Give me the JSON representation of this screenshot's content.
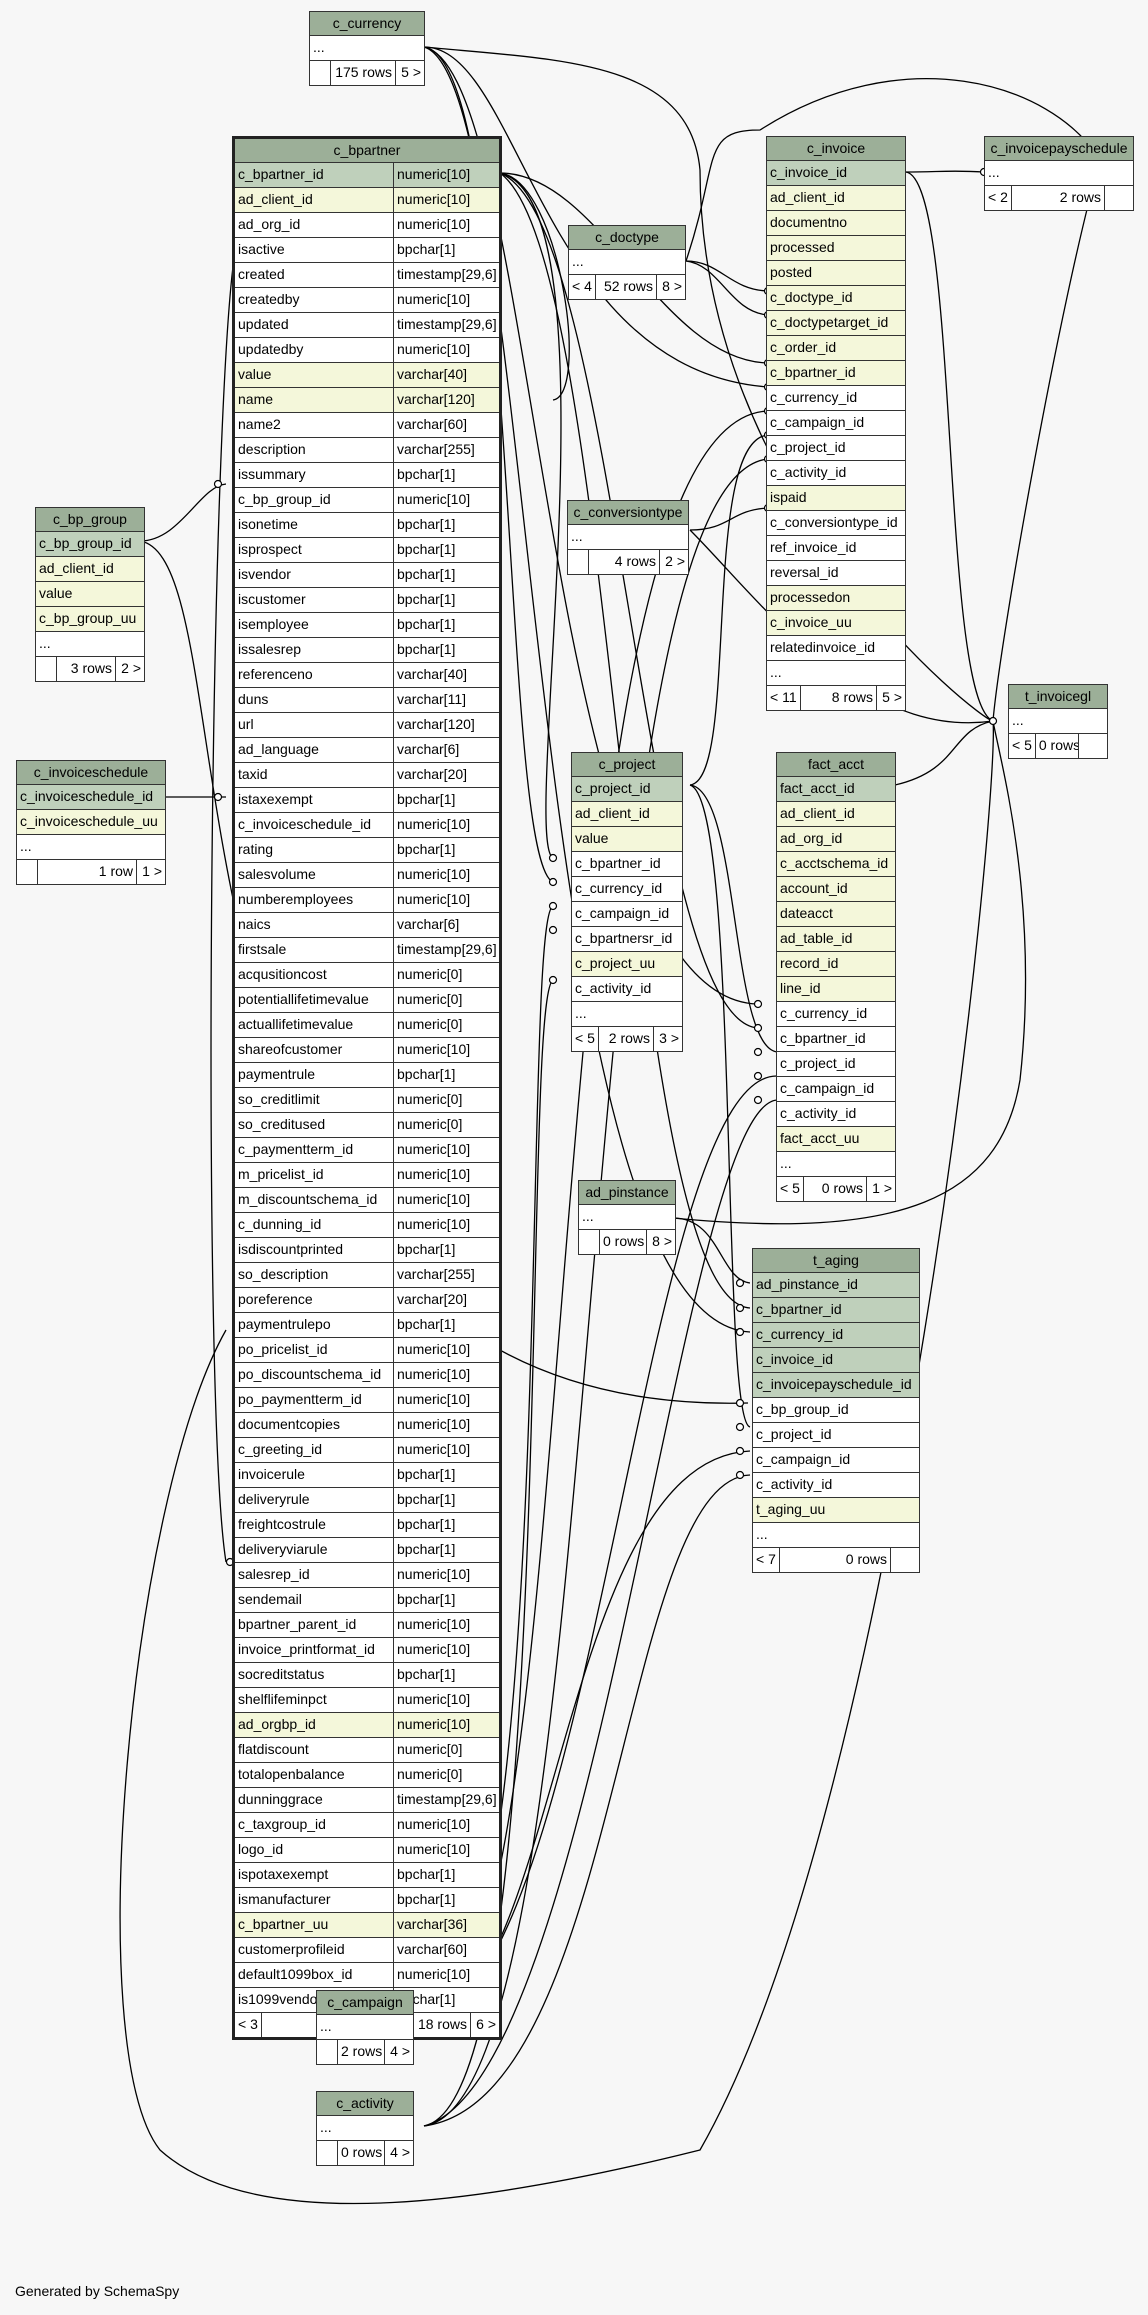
{
  "footer_text": "Generated by SchemaSpy",
  "colors": {
    "header": "#9caf98",
    "primary_key": "#bfd0bb",
    "indexed": "#f4f7da",
    "background": "#f7f7f7"
  },
  "tables": {
    "c_currency": {
      "name": "c_currency",
      "rows": [
        {
          "c": "...",
          "k": "pl"
        }
      ],
      "footer": [
        "",
        "175 rows",
        "5 >"
      ]
    },
    "c_bpartner": {
      "name": "c_bpartner",
      "rows": [
        {
          "c": "c_bpartner_id",
          "t": "numeric[10]",
          "k": "pk"
        },
        {
          "c": "ad_client_id",
          "t": "numeric[10]",
          "k": "ix"
        },
        {
          "c": "ad_org_id",
          "t": "numeric[10]",
          "k": "pl"
        },
        {
          "c": "isactive",
          "t": "bpchar[1]",
          "k": "pl"
        },
        {
          "c": "created",
          "t": "timestamp[29,6]",
          "k": "pl"
        },
        {
          "c": "createdby",
          "t": "numeric[10]",
          "k": "pl"
        },
        {
          "c": "updated",
          "t": "timestamp[29,6]",
          "k": "pl"
        },
        {
          "c": "updatedby",
          "t": "numeric[10]",
          "k": "pl"
        },
        {
          "c": "value",
          "t": "varchar[40]",
          "k": "ix"
        },
        {
          "c": "name",
          "t": "varchar[120]",
          "k": "ix"
        },
        {
          "c": "name2",
          "t": "varchar[60]",
          "k": "pl"
        },
        {
          "c": "description",
          "t": "varchar[255]",
          "k": "pl"
        },
        {
          "c": "issummary",
          "t": "bpchar[1]",
          "k": "pl"
        },
        {
          "c": "c_bp_group_id",
          "t": "numeric[10]",
          "k": "pl"
        },
        {
          "c": "isonetime",
          "t": "bpchar[1]",
          "k": "pl"
        },
        {
          "c": "isprospect",
          "t": "bpchar[1]",
          "k": "pl"
        },
        {
          "c": "isvendor",
          "t": "bpchar[1]",
          "k": "pl"
        },
        {
          "c": "iscustomer",
          "t": "bpchar[1]",
          "k": "pl"
        },
        {
          "c": "isemployee",
          "t": "bpchar[1]",
          "k": "pl"
        },
        {
          "c": "issalesrep",
          "t": "bpchar[1]",
          "k": "pl"
        },
        {
          "c": "referenceno",
          "t": "varchar[40]",
          "k": "pl"
        },
        {
          "c": "duns",
          "t": "varchar[11]",
          "k": "pl"
        },
        {
          "c": "url",
          "t": "varchar[120]",
          "k": "pl"
        },
        {
          "c": "ad_language",
          "t": "varchar[6]",
          "k": "pl"
        },
        {
          "c": "taxid",
          "t": "varchar[20]",
          "k": "pl"
        },
        {
          "c": "istaxexempt",
          "t": "bpchar[1]",
          "k": "pl"
        },
        {
          "c": "c_invoiceschedule_id",
          "t": "numeric[10]",
          "k": "pl"
        },
        {
          "c": "rating",
          "t": "bpchar[1]",
          "k": "pl"
        },
        {
          "c": "salesvolume",
          "t": "numeric[10]",
          "k": "pl"
        },
        {
          "c": "numberemployees",
          "t": "numeric[10]",
          "k": "pl"
        },
        {
          "c": "naics",
          "t": "varchar[6]",
          "k": "pl"
        },
        {
          "c": "firstsale",
          "t": "timestamp[29,6]",
          "k": "pl"
        },
        {
          "c": "acqusitioncost",
          "t": "numeric[0]",
          "k": "pl"
        },
        {
          "c": "potentiallifetimevalue",
          "t": "numeric[0]",
          "k": "pl"
        },
        {
          "c": "actuallifetimevalue",
          "t": "numeric[0]",
          "k": "pl"
        },
        {
          "c": "shareofcustomer",
          "t": "numeric[10]",
          "k": "pl"
        },
        {
          "c": "paymentrule",
          "t": "bpchar[1]",
          "k": "pl"
        },
        {
          "c": "so_creditlimit",
          "t": "numeric[0]",
          "k": "pl"
        },
        {
          "c": "so_creditused",
          "t": "numeric[0]",
          "k": "pl"
        },
        {
          "c": "c_paymentterm_id",
          "t": "numeric[10]",
          "k": "pl"
        },
        {
          "c": "m_pricelist_id",
          "t": "numeric[10]",
          "k": "pl"
        },
        {
          "c": "m_discountschema_id",
          "t": "numeric[10]",
          "k": "pl"
        },
        {
          "c": "c_dunning_id",
          "t": "numeric[10]",
          "k": "pl"
        },
        {
          "c": "isdiscountprinted",
          "t": "bpchar[1]",
          "k": "pl"
        },
        {
          "c": "so_description",
          "t": "varchar[255]",
          "k": "pl"
        },
        {
          "c": "poreference",
          "t": "varchar[20]",
          "k": "pl"
        },
        {
          "c": "paymentrulepo",
          "t": "bpchar[1]",
          "k": "pl"
        },
        {
          "c": "po_pricelist_id",
          "t": "numeric[10]",
          "k": "pl"
        },
        {
          "c": "po_discountschema_id",
          "t": "numeric[10]",
          "k": "pl"
        },
        {
          "c": "po_paymentterm_id",
          "t": "numeric[10]",
          "k": "pl"
        },
        {
          "c": "documentcopies",
          "t": "numeric[10]",
          "k": "pl"
        },
        {
          "c": "c_greeting_id",
          "t": "numeric[10]",
          "k": "pl"
        },
        {
          "c": "invoicerule",
          "t": "bpchar[1]",
          "k": "pl"
        },
        {
          "c": "deliveryrule",
          "t": "bpchar[1]",
          "k": "pl"
        },
        {
          "c": "freightcostrule",
          "t": "bpchar[1]",
          "k": "pl"
        },
        {
          "c": "deliveryviarule",
          "t": "bpchar[1]",
          "k": "pl"
        },
        {
          "c": "salesrep_id",
          "t": "numeric[10]",
          "k": "pl"
        },
        {
          "c": "sendemail",
          "t": "bpchar[1]",
          "k": "pl"
        },
        {
          "c": "bpartner_parent_id",
          "t": "numeric[10]",
          "k": "pl"
        },
        {
          "c": "invoice_printformat_id",
          "t": "numeric[10]",
          "k": "pl"
        },
        {
          "c": "socreditstatus",
          "t": "bpchar[1]",
          "k": "pl"
        },
        {
          "c": "shelflifeminpct",
          "t": "numeric[10]",
          "k": "pl"
        },
        {
          "c": "ad_orgbp_id",
          "t": "numeric[10]",
          "k": "ix"
        },
        {
          "c": "flatdiscount",
          "t": "numeric[0]",
          "k": "pl"
        },
        {
          "c": "totalopenbalance",
          "t": "numeric[0]",
          "k": "pl"
        },
        {
          "c": "dunninggrace",
          "t": "timestamp[29,6]",
          "k": "pl"
        },
        {
          "c": "c_taxgroup_id",
          "t": "numeric[10]",
          "k": "pl"
        },
        {
          "c": "logo_id",
          "t": "numeric[10]",
          "k": "pl"
        },
        {
          "c": "ispotaxexempt",
          "t": "bpchar[1]",
          "k": "pl"
        },
        {
          "c": "ismanufacturer",
          "t": "bpchar[1]",
          "k": "pl"
        },
        {
          "c": "c_bpartner_uu",
          "t": "varchar[36]",
          "k": "ix"
        },
        {
          "c": "customerprofileid",
          "t": "varchar[60]",
          "k": "pl"
        },
        {
          "c": "default1099box_id",
          "t": "numeric[10]",
          "k": "pl"
        },
        {
          "c": "is1099vendor",
          "t": "bpchar[1]",
          "k": "pl"
        }
      ],
      "footer": [
        "< 3",
        "18 rows",
        "6 >"
      ]
    },
    "c_doctype": {
      "name": "c_doctype",
      "rows": [
        {
          "c": "...",
          "k": "pl"
        }
      ],
      "footer": [
        "< 4",
        "52 rows",
        "8 >"
      ]
    },
    "c_invoice": {
      "name": "c_invoice",
      "rows": [
        {
          "c": "c_invoice_id",
          "k": "pk"
        },
        {
          "c": "ad_client_id",
          "k": "ix"
        },
        {
          "c": "documentno",
          "k": "ix"
        },
        {
          "c": "processed",
          "k": "ix"
        },
        {
          "c": "posted",
          "k": "ix"
        },
        {
          "c": "c_doctype_id",
          "k": "ix"
        },
        {
          "c": "c_doctypetarget_id",
          "k": "ix"
        },
        {
          "c": "c_order_id",
          "k": "ix"
        },
        {
          "c": "c_bpartner_id",
          "k": "ix"
        },
        {
          "c": "c_currency_id",
          "k": "pl"
        },
        {
          "c": "c_campaign_id",
          "k": "pl"
        },
        {
          "c": "c_project_id",
          "k": "pl"
        },
        {
          "c": "c_activity_id",
          "k": "pl"
        },
        {
          "c": "ispaid",
          "k": "ix"
        },
        {
          "c": "c_conversiontype_id",
          "k": "pl"
        },
        {
          "c": "ref_invoice_id",
          "k": "pl"
        },
        {
          "c": "reversal_id",
          "k": "pl"
        },
        {
          "c": "processedon",
          "k": "ix"
        },
        {
          "c": "c_invoice_uu",
          "k": "ix"
        },
        {
          "c": "relatedinvoice_id",
          "k": "pl"
        },
        {
          "c": "...",
          "k": "pl"
        }
      ],
      "footer": [
        "< 11",
        "8 rows",
        "5 >"
      ]
    },
    "c_invoicepayschedule": {
      "name": "c_invoicepayschedule",
      "rows": [
        {
          "c": "...",
          "k": "pl"
        }
      ],
      "footer": [
        "< 2",
        "2 rows",
        ""
      ]
    },
    "c_conversiontype": {
      "name": "c_conversiontype",
      "rows": [
        {
          "c": "...",
          "k": "pl"
        }
      ],
      "footer": [
        "",
        "4 rows",
        "2 >"
      ]
    },
    "c_bp_group": {
      "name": "c_bp_group",
      "rows": [
        {
          "c": "c_bp_group_id",
          "k": "pk"
        },
        {
          "c": "ad_client_id",
          "k": "ix"
        },
        {
          "c": "value",
          "k": "ix"
        },
        {
          "c": "c_bp_group_uu",
          "k": "ix"
        },
        {
          "c": "...",
          "k": "pl"
        }
      ],
      "footer": [
        "",
        "3 rows",
        "2 >"
      ]
    },
    "c_invoiceschedule": {
      "name": "c_invoiceschedule",
      "rows": [
        {
          "c": "c_invoiceschedule_id",
          "k": "pk"
        },
        {
          "c": "c_invoiceschedule_uu",
          "k": "ix"
        },
        {
          "c": "...",
          "k": "pl"
        }
      ],
      "footer": [
        "",
        "1 row",
        "1 >"
      ]
    },
    "t_invoicegl": {
      "name": "t_invoicegl",
      "rows": [
        {
          "c": "...",
          "k": "pl"
        }
      ],
      "footer": [
        "< 5",
        "0 rows",
        ""
      ]
    },
    "c_project": {
      "name": "c_project",
      "rows": [
        {
          "c": "c_project_id",
          "k": "pk"
        },
        {
          "c": "ad_client_id",
          "k": "ix"
        },
        {
          "c": "value",
          "k": "ix"
        },
        {
          "c": "c_bpartner_id",
          "k": "pl"
        },
        {
          "c": "c_currency_id",
          "k": "pl"
        },
        {
          "c": "c_campaign_id",
          "k": "pl"
        },
        {
          "c": "c_bpartnersr_id",
          "k": "pl"
        },
        {
          "c": "c_project_uu",
          "k": "ix"
        },
        {
          "c": "c_activity_id",
          "k": "pl"
        },
        {
          "c": "...",
          "k": "pl"
        }
      ],
      "footer": [
        "< 5",
        "2 rows",
        "3 >"
      ]
    },
    "fact_acct": {
      "name": "fact_acct",
      "rows": [
        {
          "c": "fact_acct_id",
          "k": "pk"
        },
        {
          "c": "ad_client_id",
          "k": "ix"
        },
        {
          "c": "ad_org_id",
          "k": "ix"
        },
        {
          "c": "c_acctschema_id",
          "k": "ix"
        },
        {
          "c": "account_id",
          "k": "ix"
        },
        {
          "c": "dateacct",
          "k": "ix"
        },
        {
          "c": "ad_table_id",
          "k": "ix"
        },
        {
          "c": "record_id",
          "k": "ix"
        },
        {
          "c": "line_id",
          "k": "ix"
        },
        {
          "c": "c_currency_id",
          "k": "pl"
        },
        {
          "c": "c_bpartner_id",
          "k": "pl"
        },
        {
          "c": "c_project_id",
          "k": "pl"
        },
        {
          "c": "c_campaign_id",
          "k": "pl"
        },
        {
          "c": "c_activity_id",
          "k": "pl"
        },
        {
          "c": "fact_acct_uu",
          "k": "ix"
        },
        {
          "c": "...",
          "k": "pl"
        }
      ],
      "footer": [
        "< 5",
        "0 rows",
        "1 >"
      ]
    },
    "ad_pinstance": {
      "name": "ad_pinstance",
      "rows": [
        {
          "c": "...",
          "k": "pl"
        }
      ],
      "footer": [
        "",
        "0 rows",
        "8 >"
      ]
    },
    "t_aging": {
      "name": "t_aging",
      "rows": [
        {
          "c": "ad_pinstance_id",
          "k": "pk"
        },
        {
          "c": "c_bpartner_id",
          "k": "pk"
        },
        {
          "c": "c_currency_id",
          "k": "pk"
        },
        {
          "c": "c_invoice_id",
          "k": "pk"
        },
        {
          "c": "c_invoicepayschedule_id",
          "k": "pk"
        },
        {
          "c": "c_bp_group_id",
          "k": "pl"
        },
        {
          "c": "c_project_id",
          "k": "pl"
        },
        {
          "c": "c_campaign_id",
          "k": "pl"
        },
        {
          "c": "c_activity_id",
          "k": "pl"
        },
        {
          "c": "t_aging_uu",
          "k": "ix"
        },
        {
          "c": "...",
          "k": "pl"
        }
      ],
      "footer": [
        "< 7",
        "0 rows",
        ""
      ]
    },
    "c_campaign": {
      "name": "c_campaign",
      "rows": [
        {
          "c": "...",
          "k": "pl"
        }
      ],
      "footer": [
        "",
        "2 rows",
        "4 >"
      ]
    },
    "c_activity": {
      "name": "c_activity",
      "rows": [
        {
          "c": "...",
          "k": "pl"
        }
      ],
      "footer": [
        "",
        "0 rows",
        "4 >"
      ]
    }
  }
}
